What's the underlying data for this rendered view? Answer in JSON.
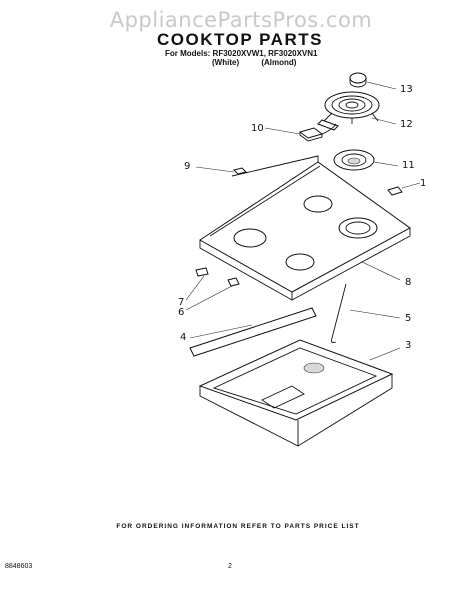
{
  "watermark": "AppliancePartsPros.com",
  "header": {
    "title": "COOKTOP PARTS",
    "models_line": "For Models: RF3020XVW1, RF3020XVN1",
    "variant_white": "(White)",
    "variant_almond": "(Almond)"
  },
  "callouts": [
    "13",
    "12",
    "10",
    "11",
    "9",
    "1",
    "8",
    "7",
    "6",
    "5",
    "4",
    "3"
  ],
  "footer": {
    "ordering_note": "FOR ORDERING INFORMATION REFER TO PARTS PRICE LIST",
    "doc_number": "8848603",
    "page_number": "2"
  }
}
